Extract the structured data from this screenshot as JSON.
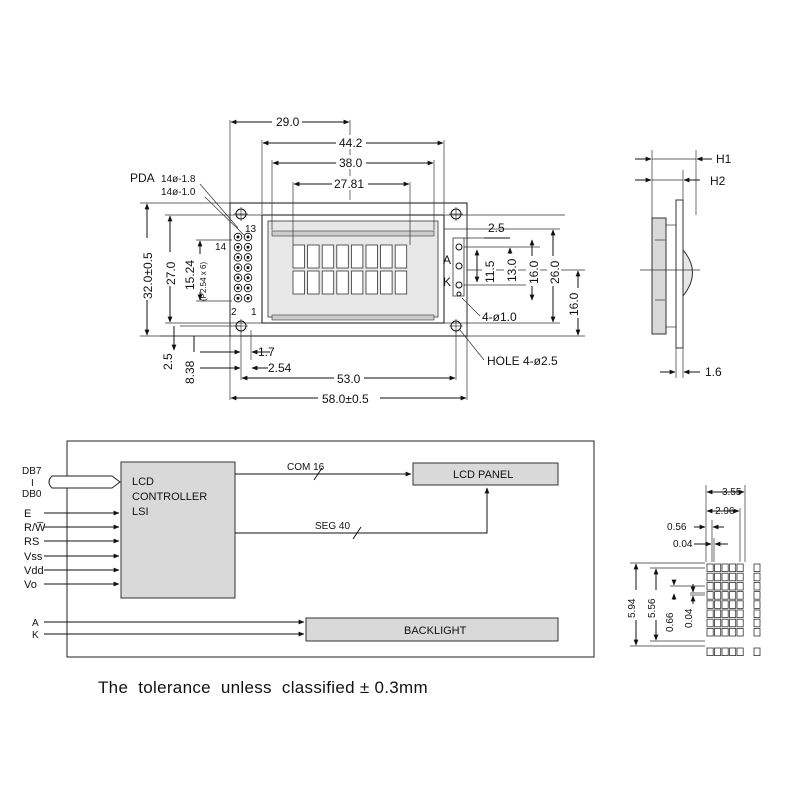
{
  "top_view": {
    "dim_29": "29.0",
    "dim_44": "44.2",
    "dim_38": "38.0",
    "dim_2781": "27.81",
    "pda_label": "PDA",
    "pda_14a": "14ø-1.8",
    "pda_14b": "14ø-1.0",
    "pin_14": "14",
    "pin_13": "13",
    "pin_2": "2",
    "pin_1": "1",
    "dim_32": "32.0±0.5",
    "dim_27": "27.0",
    "dim_1524": "15.24",
    "pitch_note": "(P2.54 x 6)",
    "dim_25": "2.5",
    "dim_838": "8.38",
    "dim_17": "1.7",
    "dim_254": "2.54",
    "dim_53": "53.0",
    "dim_58": "58.0±0.5",
    "dim_25r": "2.5",
    "dim_115": "11.5",
    "dim_13": "13.0",
    "dim_16a": "16.0",
    "dim_26": "26.0",
    "dim_16b": "16.0",
    "label_a": "A",
    "label_k": "K",
    "hole_10": "4-ø1.0",
    "hole_25": "HOLE 4-ø2.5"
  },
  "side_view": {
    "h1": "H1",
    "h2": "H2",
    "dim_16": "1.6"
  },
  "block_diagram": {
    "db7": "DB7",
    "db_mid": "I",
    "db0": "DB0",
    "pins": [
      "E",
      "R/W̅",
      "RS",
      "Vss",
      "Vdd",
      "Vo"
    ],
    "controller_lines": [
      "LCD",
      "CONTROLLER",
      "LSI"
    ],
    "com": "COM 16",
    "seg": "SEG  40",
    "lcd_panel": "LCD PANEL",
    "backlight": "BACKLIGHT",
    "a": "A",
    "k": "K"
  },
  "char_detail": {
    "dim_355": "3.55",
    "dim_296": "2.96",
    "dim_056": "0.56",
    "dim_004a": "0.04",
    "dim_594": "5.94",
    "dim_556": "5.56",
    "dim_066": "0.66",
    "dim_004b": "0.04"
  },
  "footer": {
    "tolerance": "The  tolerance  unless  classified ± 0.3mm"
  }
}
